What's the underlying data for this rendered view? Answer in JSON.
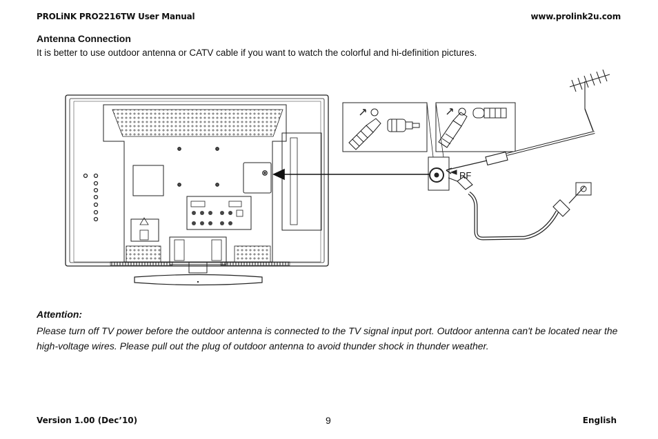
{
  "header": {
    "title": "PROLiNK PRO2216TW User Manual",
    "website": "www.prolink2u.com"
  },
  "section": {
    "title": "Antenna Connection",
    "intro": "It is better to use outdoor antenna or CATV cable if you want to watch the colorful and hi-definition pictures."
  },
  "diagram": {
    "rf_label": "RF"
  },
  "attention": {
    "title": "Attention:",
    "body": "Please turn off TV power before the outdoor antenna is connected to the TV signal input port. Outdoor antenna can't be located near the high-voltage wires. Please pull out the plug of outdoor antenna to avoid thunder shock in thunder weather."
  },
  "footer": {
    "version": "Version 1.00 (Dec’10)",
    "page_number": "9",
    "language": "English"
  }
}
